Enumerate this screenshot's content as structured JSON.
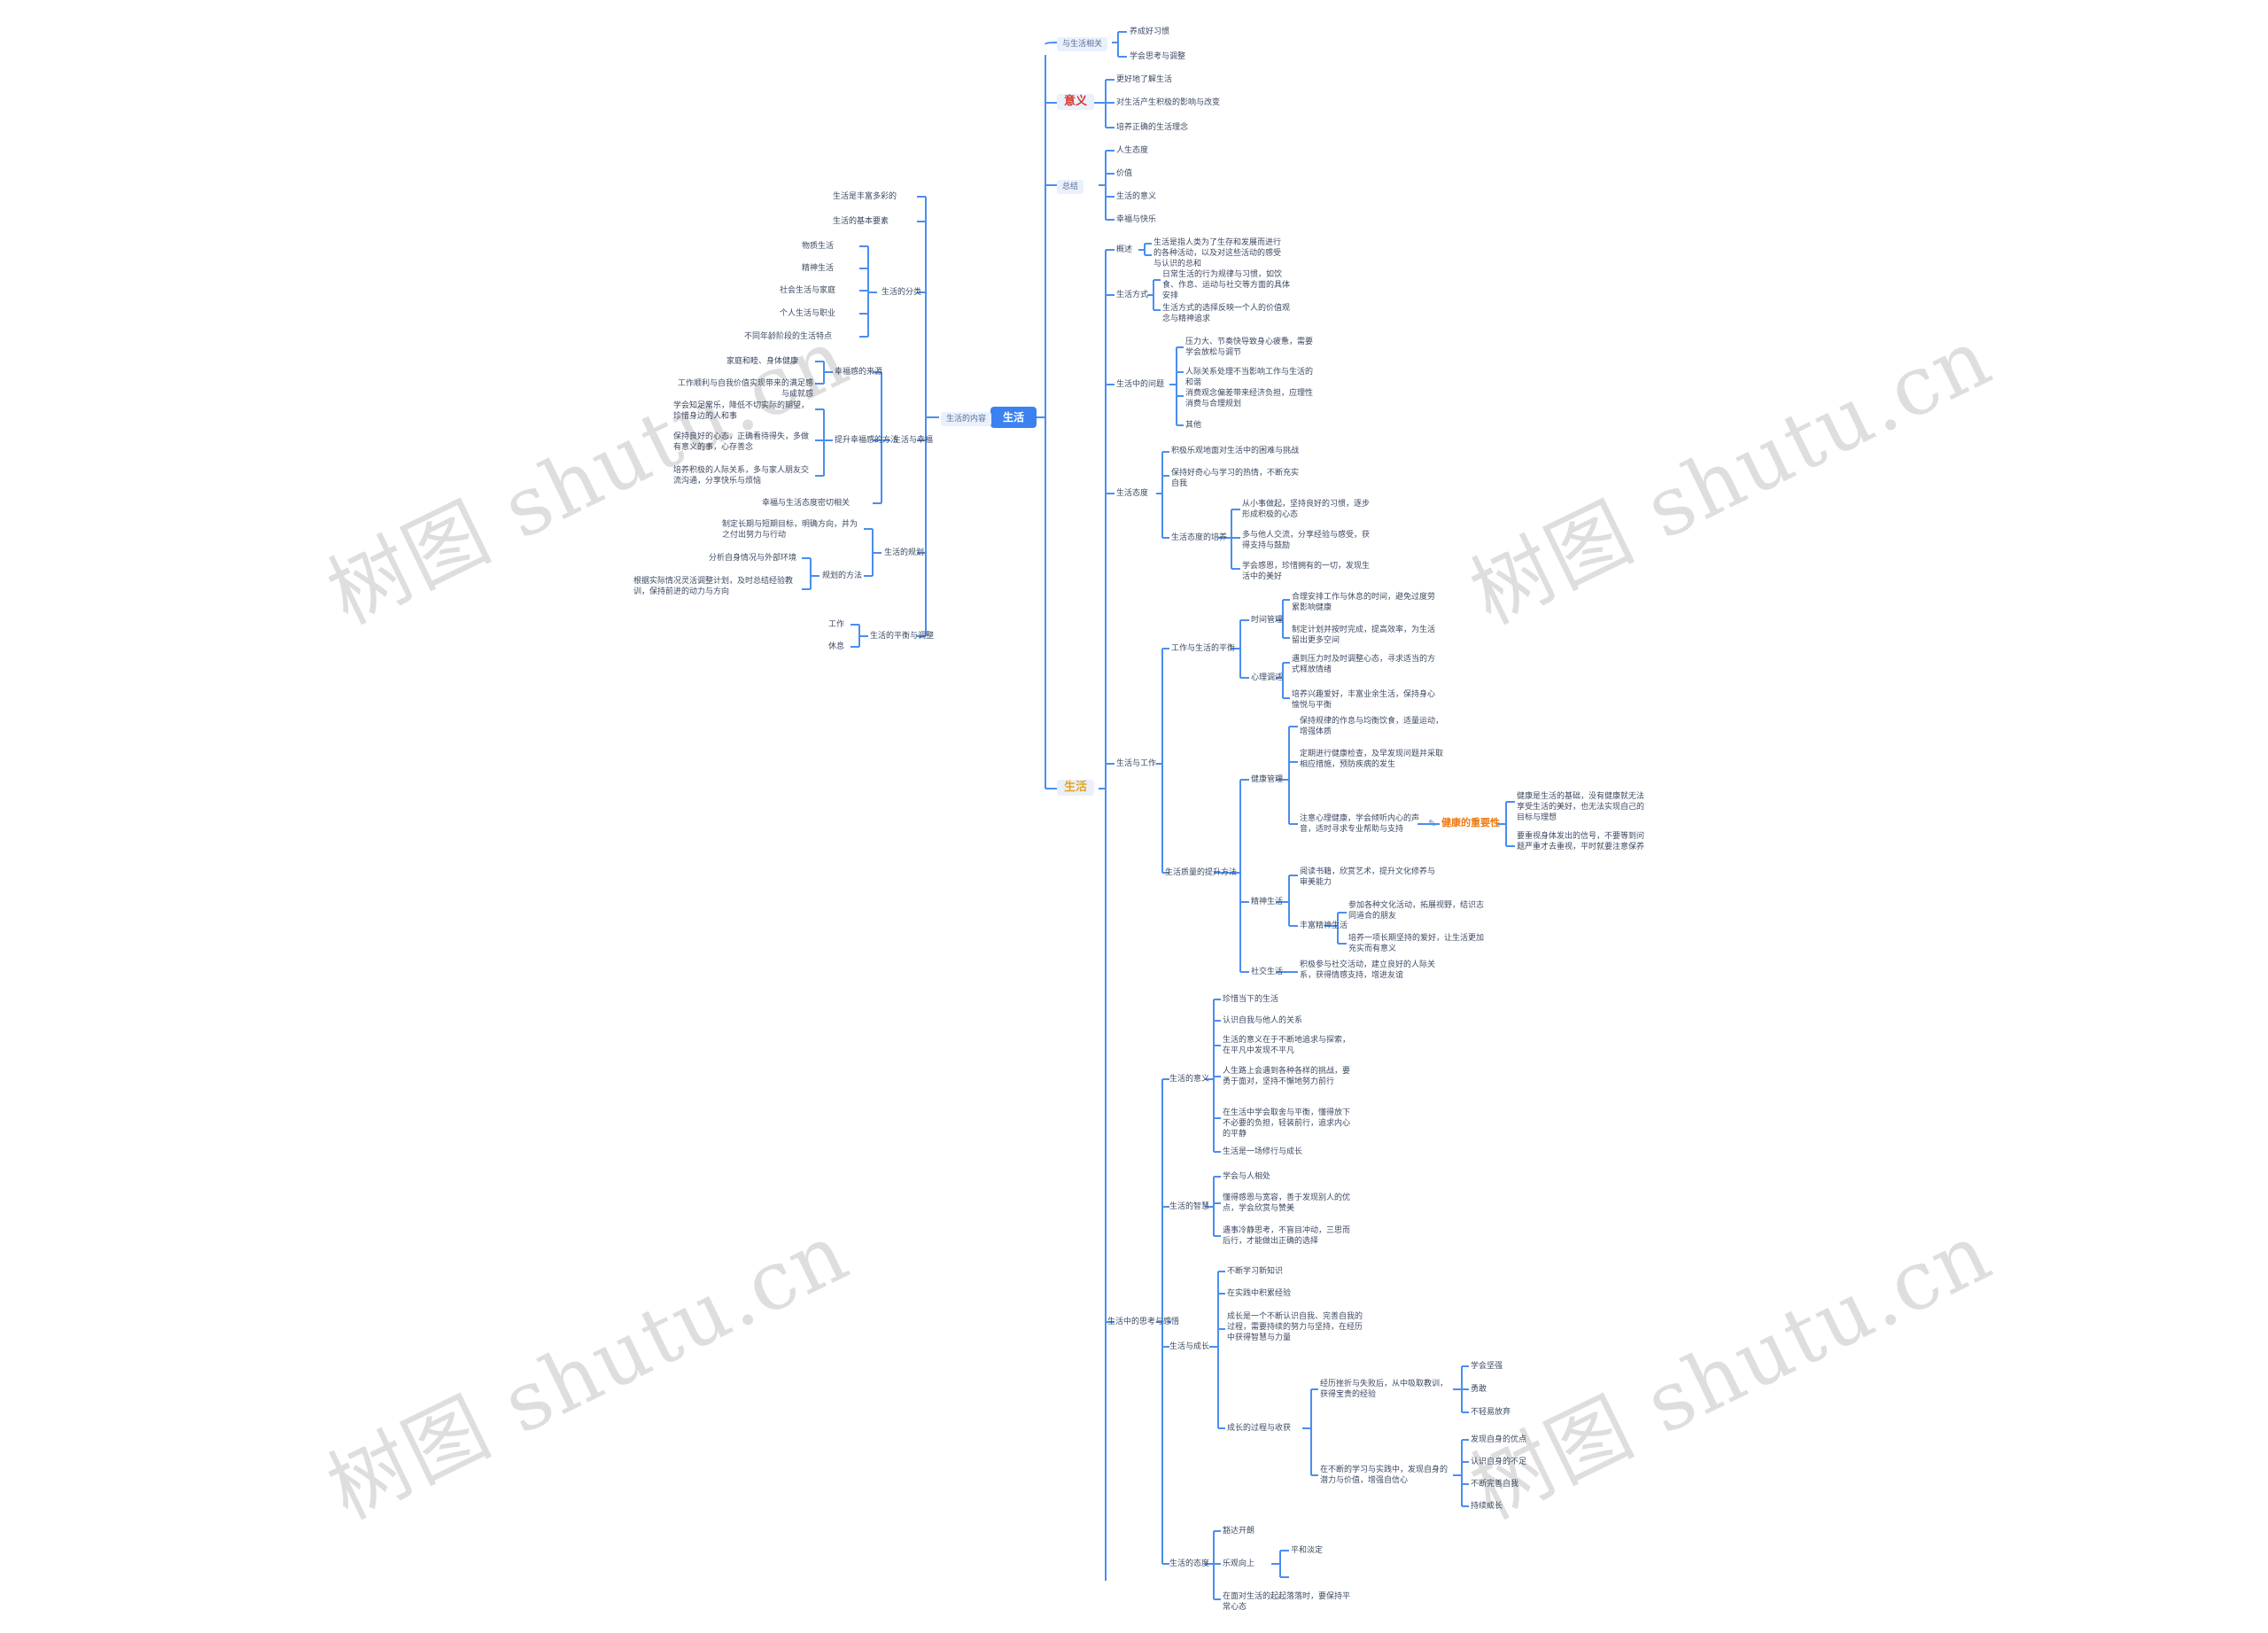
{
  "root": {
    "label": "生活"
  },
  "right_branches": {
    "b1": {
      "label": "与生活相关",
      "items": [
        "养成好习惯",
        "学会思考与调整"
      ]
    },
    "b2": {
      "label": "意义",
      "items": [
        "更好地了解生活",
        "对生活产生积极的影响与改变",
        "培养正确的生活理念"
      ]
    },
    "b3": {
      "label": "总结",
      "items": [
        "人生态度",
        "价值",
        "生活的意义",
        "幸福与快乐"
      ]
    },
    "b4": {
      "label": "生活",
      "g1": {
        "label": "概述",
        "text": "生活是指人类为了生存和发展而进行的各种活动，以及对这些活动的感受与认识的总和"
      },
      "g2": {
        "label": "生活方式",
        "items": [
          "日常生活的行为规律与习惯，如饮食、作息、运动与社交等方面的具体安排",
          "生活方式的选择反映一个人的价值观念与精神追求"
        ]
      },
      "g3": {
        "label": "生活中的问题",
        "items": [
          "压力大、节奏快导致身心疲惫，需要学会放松与调节",
          "人际关系处理不当影响工作与生活的和谐",
          "消费观念偏差带来经济负担，应理性消费与合理规划",
          "其他"
        ]
      },
      "g4": {
        "label": "生活态度",
        "items": [
          "积极乐观地面对生活中的困难与挑战",
          "保持好奇心与学习的热情，不断充实自我"
        ],
        "sub": {
          "label": "生活态度的培养",
          "items": [
            "从小事做起，坚持良好的习惯，逐步形成积极的心态",
            "多与他人交流，分享经验与感受，获得支持与鼓励",
            "学会感恩，珍惜拥有的一切，发现生活中的美好"
          ]
        }
      },
      "g5": {
        "label": "生活与工作",
        "c1": {
          "label": "工作与生活的平衡",
          "s1": {
            "label": "时间管理",
            "items": [
              "合理安排工作与休息的时间，避免过度劳累影响健康",
              "制定计划并按时完成，提高效率，为生活留出更多空间"
            ]
          },
          "s2": {
            "label": "心理调适",
            "items": [
              "遇到压力时及时调整心态，寻求适当的方式释放情绪",
              "培养兴趣爱好，丰富业余生活，保持身心愉悦与平衡"
            ]
          }
        },
        "c2": {
          "label": "生活质量的提升方法",
          "s1": {
            "label": "健康管理",
            "items": [
              "保持规律的作息与均衡饮食，适量运动，增强体质",
              "定期进行健康检查，及早发现问题并采取相应措施，预防疾病的发生",
              "注意心理健康，学会倾听内心的声音，适时寻求专业帮助与支持"
            ],
            "highlight": {
              "label": "健康的重要性",
              "items": [
                "健康是生活的基础，没有健康就无法享受生活的美好，也无法实现自己的目标与理想",
                "要重视身体发出的信号，不要等到问题严重才去重视，平时就要注意保养"
              ]
            }
          },
          "s2": {
            "label": "精神生活",
            "items": [
              "阅读书籍，欣赏艺术，提升文化修养与审美能力"
            ],
            "sub": {
              "label": "丰富精神生活",
              "items": [
                "参加各种文化活动，拓展视野，结识志同道合的朋友",
                "培养一项长期坚持的爱好，让生活更加充实而有意义"
              ]
            }
          },
          "s3": {
            "label": "社交生活",
            "items": [
              "积极参与社交活动，建立良好的人际关系，获得情感支持，增进友谊"
            ]
          }
        }
      },
      "g6": {
        "label": "生活中的思考与感悟",
        "d1": {
          "label": "生活的意义",
          "items": [
            "珍惜当下的生活",
            "认识自我与他人的关系",
            "生活的意义在于不断地追求与探索，在平凡中发现不平凡",
            "人生路上会遇到各种各样的挑战，要勇于面对，坚持不懈地努力前行",
            "在生活中学会取舍与平衡，懂得放下不必要的负担，轻装前行，追求内心的平静",
            "生活是一场修行与成长"
          ]
        },
        "d2": {
          "label": "生活的智慧",
          "items": [
            "学会与人相处",
            "懂得感恩与宽容，善于发现别人的优点，学会欣赏与赞美",
            "遇事冷静思考，不盲目冲动，三思而后行，才能做出正确的选择"
          ]
        },
        "d3": {
          "label": "生活与成长",
          "items": [
            "不断学习新知识",
            "在实践中积累经验",
            "成长是一个不断认识自我、完善自我的过程，需要持续的努力与坚持，在经历中获得智慧与力量"
          ],
          "sub": {
            "label": "成长的过程与收获",
            "e1": {
              "text": "经历挫折与失败后，从中吸取教训，获得宝贵的经验",
              "items": [
                "学会坚强",
                "勇敢",
                "不轻易放弃"
              ]
            },
            "e2": {
              "text": "在不断的学习与实践中，发现自身的潜力与价值，增强自信心",
              "items": [
                "发现自身的优点",
                "认识自身的不足",
                "不断完善自我",
                "持续成长"
              ]
            }
          }
        },
        "d4": {
          "label": "生活的态度",
          "items": [
            "豁达开朗",
            "乐观向上",
            "平和淡定",
            "在面对生活的起起落落时，要保持平常心态"
          ]
        }
      }
    }
  },
  "left_branch": {
    "label": "生活的内容",
    "items": [
      "生活是丰富多彩的",
      "生活的基本要素"
    ],
    "p1": {
      "label": "生活的分类",
      "items": [
        "物质生活",
        "精神生活",
        "社会生活与家庭",
        "个人生活与职业",
        "不同年龄阶段的生活特点"
      ]
    },
    "p2": {
      "label": "生活与幸福",
      "q1": {
        "label": "幸福感的来源",
        "items": [
          "家庭和睦、身体健康",
          "工作顺利与自我价值实现带来的满足感与成就感"
        ]
      },
      "q2": {
        "label": "提升幸福感的方法",
        "items": [
          "学会知足常乐，降低不切实际的期望，珍惜身边的人和事",
          "保持良好的心态，正确看待得失，多做有意义的事，心存善念",
          "培养积极的人际关系，多与家人朋友交流沟通，分享快乐与烦恼"
        ]
      },
      "note": "幸福与生活态度密切相关"
    },
    "p3": {
      "label": "生活的规划",
      "items": [
        "制定长期与短期目标，明确方向，并为之付出努力与行动"
      ],
      "q": {
        "label": "规划的方法",
        "items": [
          "分析自身情况与外部环境",
          "根据实际情况灵活调整计划，及时总结经验教训，保持前进的动力与方向"
        ]
      }
    },
    "p4": {
      "label": "生活的平衡与调整",
      "items": [
        "工作",
        "休息"
      ]
    }
  },
  "icons": {
    "pencil": "pencil-icon"
  },
  "watermark": "树图 shutu.cn",
  "colors": {
    "accent": "#3b82f0",
    "line": "#4a8ef0",
    "box": "#eaf1fd",
    "red": "#d8342c",
    "yellow": "#e6a51c",
    "orange": "#f07a10"
  }
}
